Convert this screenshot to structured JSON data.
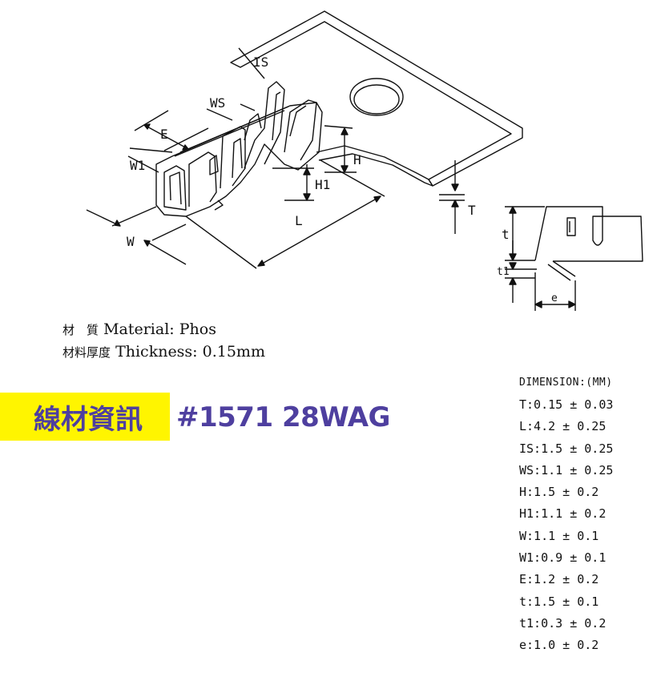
{
  "drawing": {
    "labels": {
      "is": "IS",
      "ws": "WS",
      "e": "E",
      "w1": "W1",
      "h": "H",
      "h1": "H1",
      "l": "L",
      "w": "W",
      "t_big": "T",
      "t_small": "t",
      "t1": "t1",
      "e_small": "e"
    }
  },
  "material": {
    "material_label": "材　質",
    "material_value": "Material: Phos",
    "thickness_label": "材料厚度",
    "thickness_value": "Thickness: 0.15mm"
  },
  "banner": {
    "title": "線材資訊",
    "wire_spec": "#1571 28WAG",
    "highlight_color": "#fff500",
    "text_color": "#4e3f9f"
  },
  "dimensions": {
    "title": "DIMENSION:(MM)",
    "rows": [
      "T:0.15 ± 0.03",
      "L:4.2 ± 0.25",
      "IS:1.5 ± 0.25",
      "WS:1.1 ± 0.25",
      "H:1.5 ± 0.2",
      "H1:1.1 ± 0.2",
      "W:1.1 ± 0.1",
      "W1:0.9 ± 0.1",
      "E:1.2 ± 0.2",
      "t:1.5 ± 0.1",
      "t1:0.3 ± 0.2",
      "e:1.0 ± 0.2"
    ]
  }
}
